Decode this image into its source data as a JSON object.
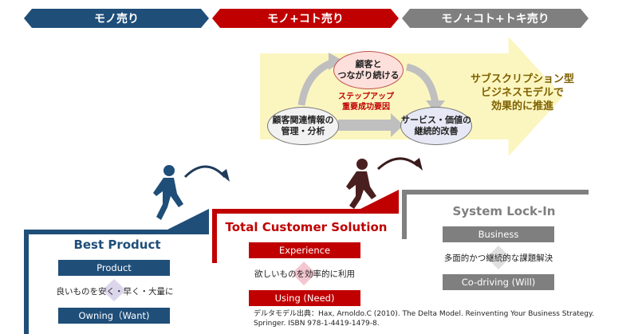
{
  "stages": [
    {
      "label": "モノ売り",
      "color": "#1f4e79"
    },
    {
      "label": "モノ+コト売り",
      "color": "#c00000"
    },
    {
      "label": "モノ+コト+トキ売り",
      "color": "#7f7f7f"
    }
  ],
  "cycle": {
    "top": "顧客と\nつながり続ける",
    "left": "顧客関連情報の\n管理・分析",
    "right": "サービス・価値の\n継続的改善",
    "center": "ステップアップ\n重要成功要因"
  },
  "subscription_text": "サブスクリプション型\nビジネスモデルで\n効果的に推進",
  "steps": {
    "best_product": {
      "title": "Best Product",
      "top_box": "Product",
      "middle": "良いものを安く・早く・大量に",
      "bottom_box": "Owning（Want)"
    },
    "total_customer_solution": {
      "title": "Total Customer Solution",
      "top_box": "Experience",
      "middle": "欲しいものを効率的に利用",
      "bottom_box": "Using (Need)"
    },
    "system_lock_in": {
      "title": "System Lock-In",
      "top_box": "Business",
      "middle": "多面的かつ継続的な課題解決",
      "bottom_box": "Co-driving (Will)"
    }
  },
  "citation": "デルタモデル出典：Hax, Arnoldo.C (2010). The Delta Model. Reinventing Your Business Strategy. Springer. ISBN 978-1-4419-1479-8."
}
